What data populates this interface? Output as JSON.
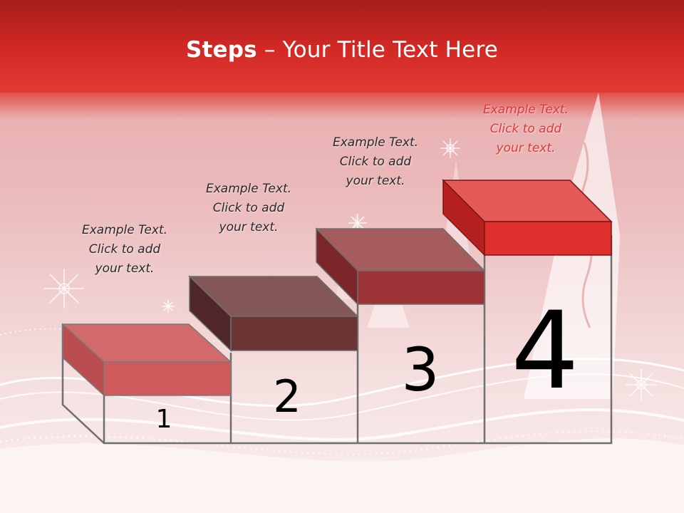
{
  "slide": {
    "title_bold": "Steps",
    "title_rest": " – Your Title Text Here",
    "steps": [
      {
        "number": "1",
        "caption": [
          "Example Text.",
          "Click  to add",
          "your text."
        ]
      },
      {
        "number": "2",
        "caption": [
          "Example Text.",
          "Click  to add",
          "your text."
        ]
      },
      {
        "number": "3",
        "caption": [
          "Example Text.",
          "Click  to add",
          "your text."
        ]
      },
      {
        "number": "4",
        "caption": [
          "Example Text.",
          "Click  to add",
          "your text."
        ]
      }
    ]
  },
  "colors": {
    "header_red": "#d42a26",
    "step1": "#cf5a5c",
    "step2": "#6b3435",
    "step3": "#9c3437",
    "step4": "#e0302e",
    "caption_highlight": "#d93a3a"
  },
  "icons": [
    "snowflake-icon",
    "christmas-tree-icon"
  ]
}
